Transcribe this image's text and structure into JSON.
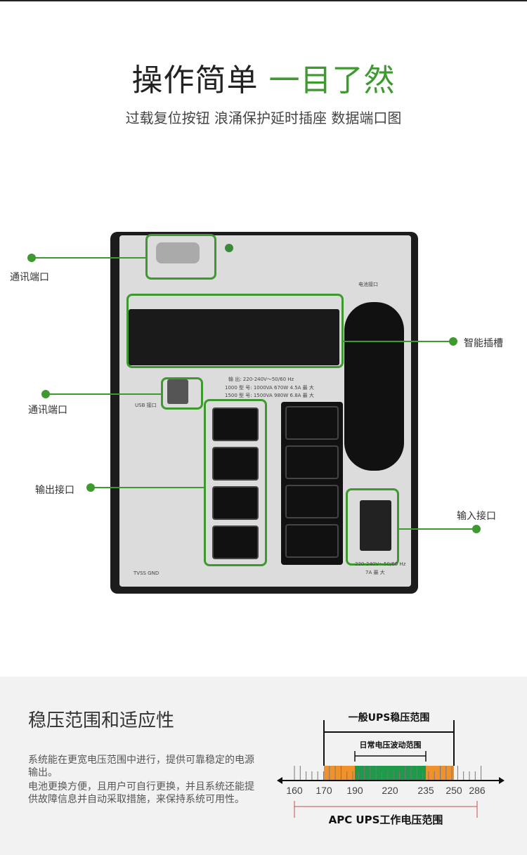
{
  "header": {
    "title_black": "操作简单",
    "title_green": "一目了然",
    "subtitle": "过载复位按钮 浪涌保护延时插座 数据端口图"
  },
  "callouts": {
    "comm_port_1": "通讯端口",
    "smart_slot": "智能插槽",
    "comm_port_2": "通讯端口",
    "output": "输出接口",
    "input": "输入接口"
  },
  "device": {
    "usb": "USB 接口",
    "output_spec": "输 出: 220-240V～50/60 Hz",
    "model1": "1000 型 号: 1000VA 670W 4.5A 最 大",
    "model2": "1500 型 号: 1500VA 980W 6.8A 最 大",
    "battery": "电池接口",
    "input_rating": "220-240V～50/60 Hz",
    "input_amp": "7A 最 大",
    "tvss": "TVSS GND"
  },
  "section": {
    "title": "稳压范围和适应性",
    "p1": "系统能在更宽电压范围中进行，提供可靠稳定的电源输出。",
    "p2": "电池更换方便，且用户可自行更换，并且系统还能提供故障信息并自动采取措施，来保持系统可用性。"
  },
  "chart_data": {
    "type": "diagram",
    "ticks": [
      "160",
      "170",
      "190",
      "220",
      "235",
      "250",
      "286"
    ],
    "general_range_label": "一般UPS稳压范围",
    "general_range": [
      170,
      250
    ],
    "daily_range_label": "日常电压波动范围",
    "daily_range": [
      190,
      235
    ],
    "apc_range_label": "APC UPS工作电压范围",
    "apc_range": [
      160,
      286
    ],
    "colors": {
      "orange": "#f0922b",
      "green": "#1f9a4b",
      "red": "#c0504d"
    }
  }
}
